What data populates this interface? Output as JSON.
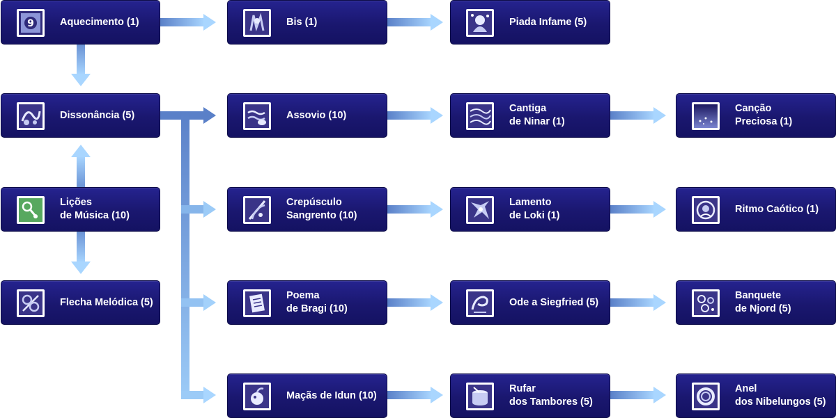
{
  "skills": [
    {
      "id": "aquecimento",
      "lines": [
        "Aquecimento (1)"
      ],
      "icon": "warm-up-icon"
    },
    {
      "id": "bis",
      "lines": [
        "Bis (1)"
      ],
      "icon": "encore-icon"
    },
    {
      "id": "piada-infame",
      "lines": [
        "Piada Infame (5)"
      ],
      "icon": "bad-joke-icon"
    },
    {
      "id": "dissonancia",
      "lines": [
        "Dissonância (5)"
      ],
      "icon": "dissonance-icon"
    },
    {
      "id": "assovio",
      "lines": [
        "Assovio (10)"
      ],
      "icon": "whistle-icon"
    },
    {
      "id": "cantiga-de-ninar",
      "lines": [
        "Cantiga",
        "de Ninar (1)"
      ],
      "icon": "lullaby-icon"
    },
    {
      "id": "cancao-preciosa",
      "lines": [
        "Canção",
        "Preciosa (1)"
      ],
      "icon": "precious-song-icon"
    },
    {
      "id": "licoes-de-musica",
      "lines": [
        "Lições",
        "de Música (10)"
      ],
      "icon": "music-lessons-icon"
    },
    {
      "id": "crepusculo-sangrento",
      "lines": [
        "Crepúsculo",
        "Sangrento (10)"
      ],
      "icon": "bloody-dusk-icon"
    },
    {
      "id": "lamento-de-loki",
      "lines": [
        "Lamento",
        "de Loki (1)"
      ],
      "icon": "loki-lament-icon"
    },
    {
      "id": "ritmo-caotico",
      "lines": [
        "Ritmo Caótico (1)"
      ],
      "icon": "chaotic-rhythm-icon"
    },
    {
      "id": "flecha-melodica",
      "lines": [
        "Flecha Melódica (5)"
      ],
      "icon": "melody-arrow-icon"
    },
    {
      "id": "poema-de-bragi",
      "lines": [
        "Poema",
        "de Bragi (10)"
      ],
      "icon": "bragi-poem-icon"
    },
    {
      "id": "ode-a-siegfried",
      "lines": [
        "Ode a Siegfried (5)"
      ],
      "icon": "siegfried-ode-icon"
    },
    {
      "id": "banquete-de-njord",
      "lines": [
        "Banquete",
        "de Njord (5)"
      ],
      "icon": "njord-banquet-icon"
    },
    {
      "id": "macas-de-idun",
      "lines": [
        "Maçãs de Idun (10)"
      ],
      "icon": "idun-apples-icon"
    },
    {
      "id": "rufar-dos-tambores",
      "lines": [
        "Rufar",
        "dos Tambores (5)"
      ],
      "icon": "drum-roll-icon"
    },
    {
      "id": "anel-dos-nibelungos",
      "lines": [
        "Anel",
        "dos Nibelungos (5)"
      ],
      "icon": "nibelungen-ring-icon"
    }
  ],
  "connections": [
    {
      "from": "aquecimento",
      "to": "bis"
    },
    {
      "from": "bis",
      "to": "piada-infame"
    },
    {
      "from": "aquecimento",
      "to": "dissonancia"
    },
    {
      "from": "licoes-de-musica",
      "to": "dissonancia"
    },
    {
      "from": "licoes-de-musica",
      "to": "flecha-melodica"
    },
    {
      "from": "dissonancia",
      "to": "assovio"
    },
    {
      "from": "dissonancia",
      "to": "crepusculo-sangrento"
    },
    {
      "from": "dissonancia",
      "to": "poema-de-bragi"
    },
    {
      "from": "dissonancia",
      "to": "macas-de-idun"
    },
    {
      "from": "assovio",
      "to": "cantiga-de-ninar"
    },
    {
      "from": "cantiga-de-ninar",
      "to": "cancao-preciosa"
    },
    {
      "from": "crepusculo-sangrento",
      "to": "lamento-de-loki"
    },
    {
      "from": "lamento-de-loki",
      "to": "ritmo-caotico"
    },
    {
      "from": "poema-de-bragi",
      "to": "ode-a-siegfried"
    },
    {
      "from": "ode-a-siegfried",
      "to": "banquete-de-njord"
    },
    {
      "from": "macas-de-idun",
      "to": "rufar-dos-tambores"
    },
    {
      "from": "rufar-dos-tambores",
      "to": "anel-dos-nibelungos"
    }
  ],
  "colors": {
    "node_fill": "#1a176f",
    "arrow_light": "#a9d6ff",
    "arrow_dark": "#5a80c8",
    "icon_frame": "#ffffff",
    "icon_highlight": "#57a85f"
  }
}
